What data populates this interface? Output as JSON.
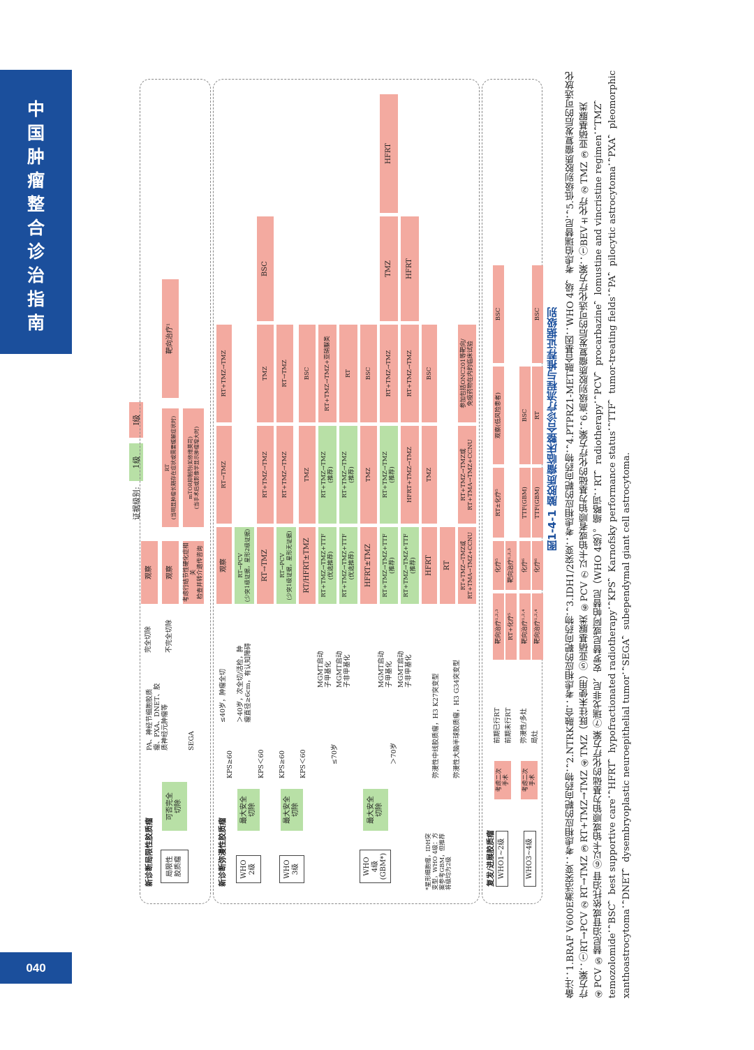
{
  "sidebar": {
    "title": "中\n国\n肿\n瘤\n整\n合\n诊\n治\n指\n南"
  },
  "page_number": "040",
  "legend": {
    "label": "证据级别:",
    "level1": "1级",
    "level2": "I级"
  },
  "sections": {
    "localized": {
      "title": "新诊断局限性胶质瘤",
      "start": "局限性\n胶质瘤",
      "resect": "可否完全\n切除",
      "types": "PA、神经节细胞胶质\n瘤、PXA、DNET、胶\n质神经元肿瘤等",
      "sega": "SEGA",
      "complete": "完全切除",
      "incomplete": "不完全切除",
      "observe1": "观察",
      "observe2": "观察",
      "consider": "考虑行结节性硬化症相关\n检查并转介遗传咨询",
      "rt": "RT\n(当明显肿瘤长期存在症状或需要缓解症状时)",
      "mtor": "mTOR抑制剂(如依维莫司)\n(当手术后或影像学显示肿瘤增大时)",
      "targeted": "靶向治疗¹"
    },
    "diffuse": {
      "title": "新诊断弥漫性胶质瘤",
      "who2": "WHO\n2级",
      "who3": "WHO\n3级",
      "who4": "WHO\n4级\n(GBM*)",
      "max_resect": "最大安全\n切除",
      "kps60": "KPS≥60",
      "kpslt60": "KPS＜60",
      "age40le": "≤40岁，肿瘤全切",
      "age40gt": "＞40岁，次全切/活检，肿\n瘤直径≥6cm，有认知障碍",
      "age70le": "≤70岁",
      "age70gt": "＞70岁",
      "mgmt_m": "MGMT启动\n子甲基化",
      "mgmt_u": "MGMT启动\n子非甲基化",
      "observe": "观察",
      "rt_pcv": "RT→PCV\n(少突1级证据，星形2级证据)",
      "rt_tmz": "RT→TMZ",
      "rt_pcv3": "RT→PCV\n(少突1级证据，星形无证据)",
      "rt_hfrt": "RT/HFRT±TMZ",
      "rt_tmz_ttf_pref": "RT+TMZ→TMZ+TTF\n(优选推荐)",
      "rt_tmz_ttf_pref2": "RT+TMZ→TMZ+TTF\n(优选推荐)",
      "hfrt_tmz": "HFRT±TMZ",
      "rt_tmz_ttf_rec": "RT+TMZ→TMZ+TTF\n(推荐)",
      "rt_tmz_ttf_rec2": "RT+TMZ→TMZ+TTF\n(推荐)",
      "hfrt": "HFRT",
      "rt": "RT",
      "rt_tmz_ccnu": "RT+TMZ→TMZ或\nRT+TMA→TMZ+CCNU",
      "note": "*星形细胞瘤，IDH突\n变型，WHO 4级：方\n案参考GBM，但推荐\n将级均为2级",
      "midline": "弥漫性中线胶质瘤，H3 K27突变型",
      "hemi": "弥漫性大脑半球胶质瘤，H3 G34突变型",
      "col2": [
        "RT→TMZ",
        "RT+TMZ→TMZ",
        "RT+TMZ→TMZ",
        "TMZ",
        "RT+TMZ→TMZ\n(推荐)",
        "RT+TMZ→TMZ\n(推荐)",
        "TMZ",
        "RT+TMZ→TMZ\n(推荐)",
        "HFRT+TMZ→TMZ",
        "TMZ",
        "RT+TMZ→TMZ或\nRT+TMA→TMZ+CCNU"
      ],
      "col3": [
        "RT+TMZ→TMZ",
        "TMZ",
        "RT→TMZ",
        "BSC",
        "RT+TMZ→TMZ+亚硝脲类",
        "RT",
        "BSC",
        "RT+TMZ→TMZ",
        "RT+TMZ→TMZ",
        "BSC",
        "参加包括ONC201等靶向/\n免疫药物在内的临床试验"
      ],
      "col4": [
        "BSC",
        "TMZ",
        "HFRT"
      ],
      "col5": [
        "HFRT"
      ]
    },
    "recurrent": {
      "title": "复发/进展胶质瘤",
      "who12": "WHO1~2级",
      "who34": "WHO3~4级",
      "consider": "考虑二次\n手术",
      "consider2": "考虑二次\n手术",
      "pre_rt": "前期已行RT",
      "no_rt": "前期未行RT",
      "diffuse_multi": "弥漫性/多灶",
      "local": "局灶",
      "a1": "靶向治疗¹·²·³",
      "a2": "RT+化疗⁵",
      "a3": "靶向治疗¹·²·⁴",
      "a4": "靶向治疗¹·²·⁴",
      "b1": "化疗⁵",
      "b2": "靶向治疗¹·²·³",
      "b3": "化疗⁶",
      "b4": "化疗⁶",
      "c1": "RT±化疗⁵",
      "c3": "TTF(GBM)",
      "c4": "TTF(GBM)",
      "d1": "观察(低风险患者)",
      "d3": "BSC",
      "d4": "RT",
      "e1": "BSC",
      "e4": "BSC"
    }
  },
  "caption": "图1-4-1  脑胶质瘤临床整合诊疗流程与推荐证据级别",
  "notes": "备注：1.BRAF V600E激活突变：考虑相应的靶向药物；2.NTRK融合：考虑相应的靶向药物；3.IDH1/2突变：考虑相应的靶向药物；4.PTPRZ1-MET融合基因：WHO 4级，考虑伯瑞替尼；5.低级别胶质瘤复发后的可选放化疗方案：①RT→PCV ②RT→TMZ ③RT+TMZ→TMZ ④TMZ（既往未使用）⑤亚硝基脲类 ⑥PCV ⑦以卡铂或者顺铂为基础的化疗方案；6.高级别胶质瘤复发后的可选化疗方案：①BEV±化疗 ②TMZ ③亚硝基脲类 ④PCV ⑤替尼泊苷或依托泊苷 ⑥以卡铂或顺铂为基础的化疗方案 ⑦瑞戈非尼、安罗替尼或阿帕替尼（WHO 4级）。缩略词：RT，radiotherapy；PCV，procarbazine，lomustine and vincristine regimen；TMZ，temozolomide；BSC，best supportive care；HFRT，hypofractionated radiotherapy；KPS，Karnofsky performance status；TTF，tumor-treating fields；PA，pilocytic astrocytoma；PXA，pleomorphic xanthoastrocytoma；DNET，dysembryoplastic neuroepithelial tumor；SEGA，subependymal giant cell astrocytoma."
}
